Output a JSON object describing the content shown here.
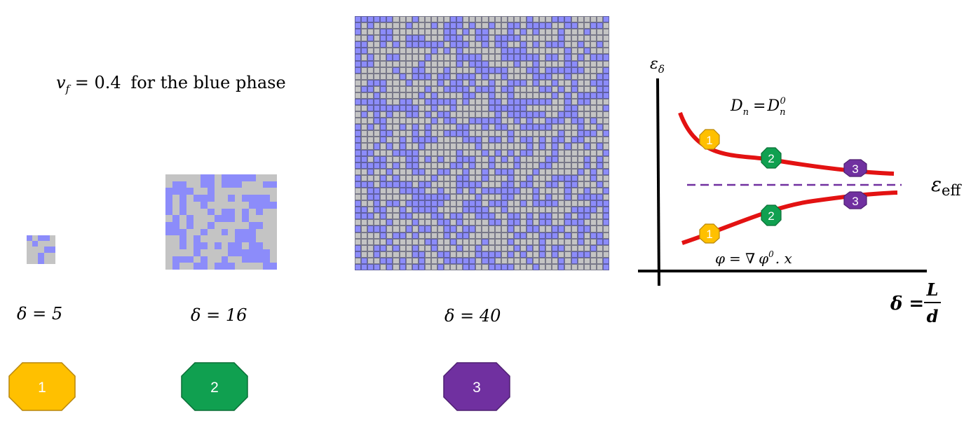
{
  "left_panel": {
    "volume_fraction": {
      "symbol": "v",
      "subscript": "f",
      "value": "= 0.4",
      "text": "for the blue phase"
    },
    "samples": [
      {
        "id": 1,
        "label": "δ = 5",
        "color": "#ffc000",
        "edge": "#b8860b",
        "cells": 5
      },
      {
        "id": 2,
        "label": "δ = 16",
        "color": "#10a050",
        "edge": "#0a6e36",
        "cells": 16
      },
      {
        "id": 3,
        "label": "δ = 40",
        "color": "#7030a0",
        "edge": "#4d1f70",
        "cells": 40
      }
    ],
    "phase_colors": {
      "blue": "#8c8cfa",
      "grey": "#c4c4c4"
    }
  },
  "right_panel": {
    "y_axis_label": "ε",
    "y_axis_sub": "δ",
    "x_axis_label": "δ =",
    "x_frac_num": "L",
    "x_frac_den": "d",
    "eff_label": "ε",
    "eff_sub": "eff",
    "upper_curve_label": "D_n = D_n^0",
    "upper_curve_label_parts": {
      "base": "D",
      "sub": "n",
      "eq": "=",
      "sup": "0"
    },
    "lower_curve_label": "φ = ∇ φ⁰ . x",
    "lower_curve_label_parts": {
      "a": "φ",
      "eq": "= ∇",
      "b": "φ",
      "sup": "0",
      "tail": ". x"
    },
    "curve_color": "#e31212",
    "dashed_color": "#7030a0",
    "badge_labels": [
      "1",
      "2",
      "3"
    ]
  }
}
